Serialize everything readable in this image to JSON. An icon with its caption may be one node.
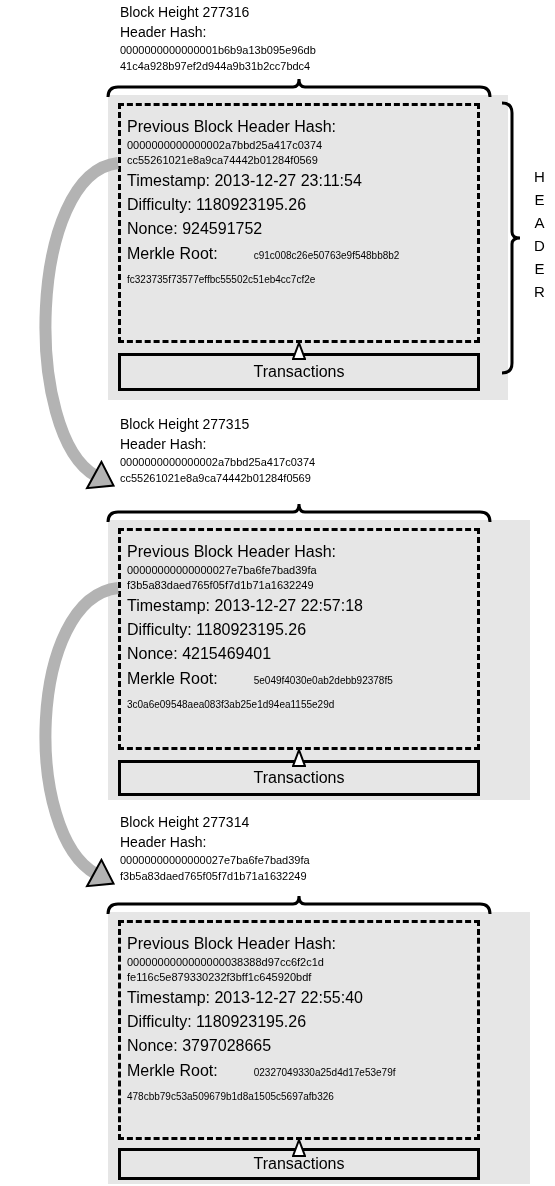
{
  "diagram": {
    "nodes": [
      {
        "text": [
          "Block Height 277316",
          "Header Hash:",
          "0000000000000001b6b9a13b095e96db 41c4a928b97ef2d944a9b31b2cc7bdc4"
        ]
      },
      {
        "text": [],
        "shape": "box"
      },
      {
        "text": [
          "Previous Block Header Hash:",
          "0000000000000002a7bbd25a417c0374 cc55261021e8a9ca74442b01284f0569",
          "Timestamp: 2013-12-27 23:11:54",
          "Difficulty: 1180923195.26",
          "Nonce: 924591752",
          "Merkle Root:",
          "c91c008c26e50763e9f548bb8b2 fc323735f73577effbc55502c51eb4cc7cf2e"
        ],
        "in": 1
      },
      {
        "text": [
          "Transactions"
        ],
        "in": 1
      },
      {
        "text": [
          "Block Height 277315",
          "Header Hash:",
          "0000000000000002a7bbd25a417c0374 cc55261021e8a9ca74442b01284f0569"
        ]
      },
      {
        "text": [],
        "shape": "box"
      },
      {
        "text": [
          "Previous Block Header Hash:",
          "00000000000000027e7ba6fe7bad39fa f3b5a83daed765f05f7d1b71a1632249",
          "Timestamp: 2013-12-27 22:57:18",
          "Difficulty: 1180923195.26",
          "Nonce: 4215469401",
          "Merkle Root:",
          "5e049f4030e0ab2debb92378f5 3c0a6e09548aea083f3ab25e1d94ea1155e29d"
        ],
        "in": 5
      },
      {
        "text": [
          "Transactions"
        ],
        "in": 5
      },
      {
        "text": [
          "Block Height 277314",
          "Header Hash:",
          "00000000000000027e7ba6fe7bad39fa f3b5a83daed765f05f7d1b71a1632249"
        ]
      },
      {
        "text": [],
        "shape": "box"
      },
      {
        "text": [
          "Previous Block Header Hash:",
          "0000000000000000038388d97cc6f2c1d fe116c5e879330232f3bff1c645920bdf",
          "Timestamp: 2013-12-27 22:55:40",
          "Difficulty: 1180923195.26",
          "Nonce: 3797028665",
          "Merkle Root:",
          "02327049330a25d4d17e53e79f 478cbb79c53a509679b1d8a1505c5697afb326"
        ],
        "in": 9
      },
      {
        "text": [
          "Transactions"
        ],
        "in": 9
      }
    ],
    "edges": [
      {
        "from": 3,
        "to": 2,
        "arrow": "to"
      },
      {
        "from": 2,
        "to": 4,
        "arrow": "to",
        "style": "thick",
        "color": "#b3b3b3"
      },
      {
        "from": 7,
        "to": 6,
        "arrow": "to"
      },
      {
        "from": 6,
        "to": 8,
        "arrow": "to",
        "style": "thick",
        "color": "#b3b3b3"
      },
      {
        "from": 11,
        "to": 10,
        "arrow": "to"
      }
    ],
    "labels": [
      "HEADER"
    ]
  }
}
